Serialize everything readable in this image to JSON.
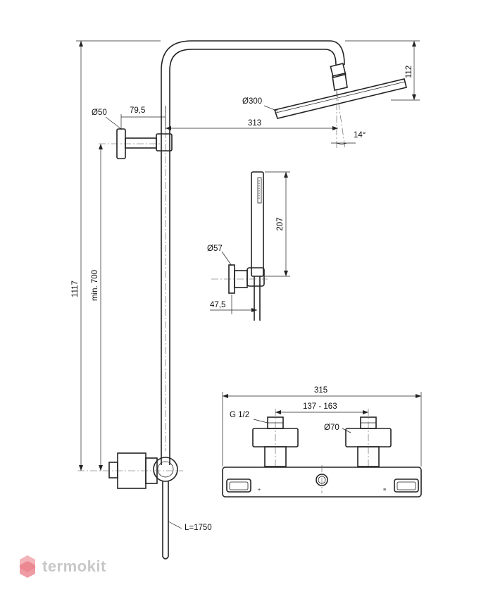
{
  "dimensions": {
    "rail_height": "1117",
    "min_height": "min. 700",
    "arm_wall_diameter": "Ø50",
    "arm_offset": "79,5",
    "head_projection": "313",
    "head_diameter": "Ø300",
    "head_height": "112",
    "head_tilt": "14°",
    "handset_length": "207",
    "holder_diameter": "Ø57",
    "holder_offset": "47,5",
    "hose_length": "L=1750",
    "mixer_width": "315",
    "connection_spacing": "137 - 163",
    "thread_size": "G 1/2",
    "escutcheon_diameter": "Ø70"
  },
  "watermark": {
    "brand": "termokit"
  },
  "colors": {
    "line": "#222222",
    "watermark_text": "#c8c8c8",
    "watermark_logo": "#e97a86"
  }
}
